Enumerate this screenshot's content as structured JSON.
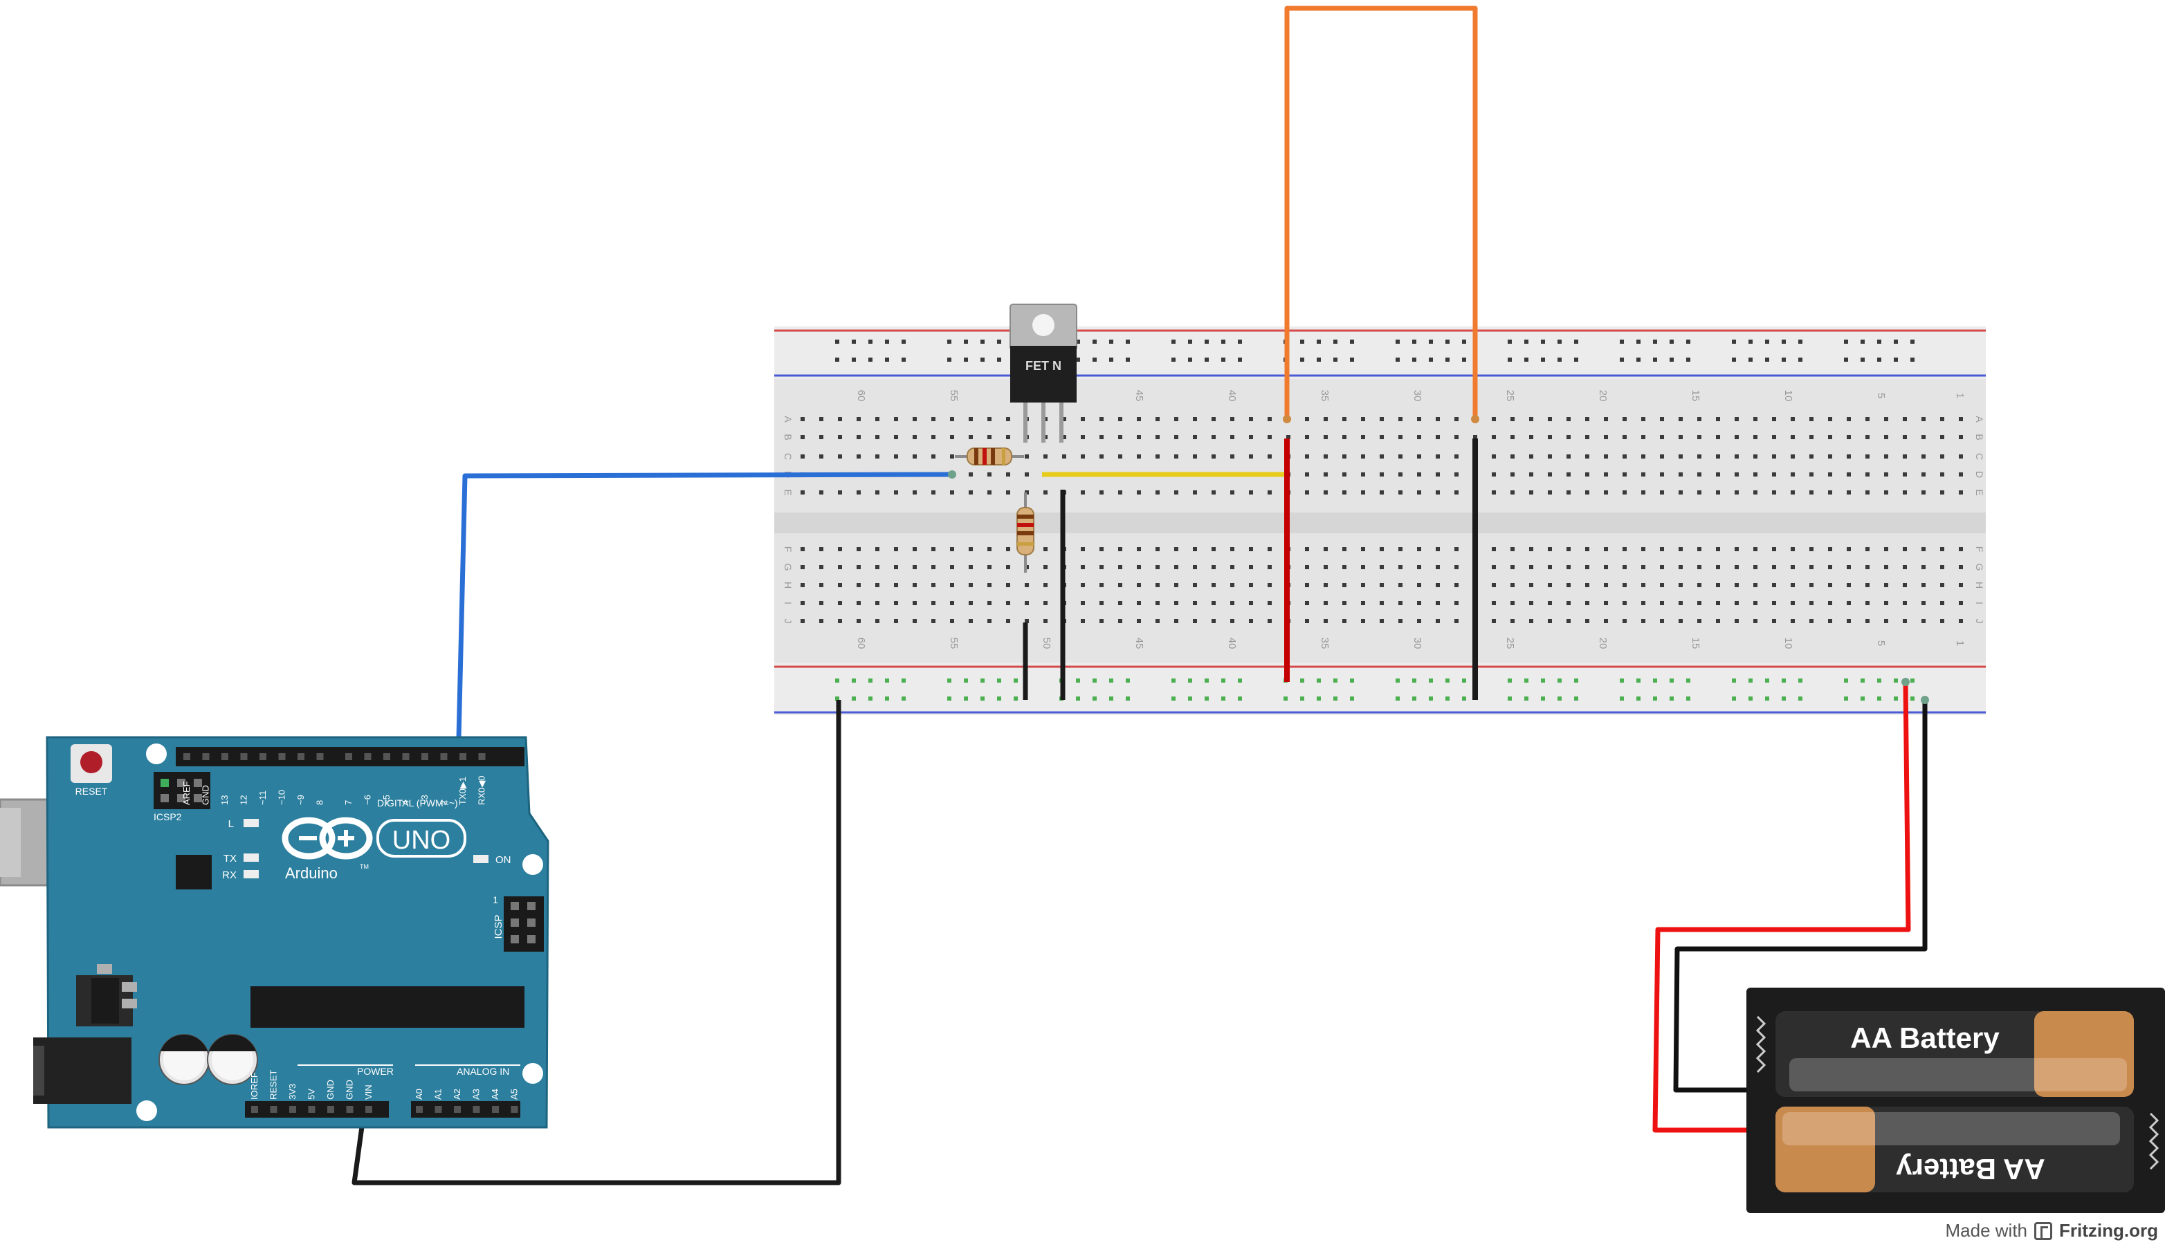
{
  "diagram": {
    "components": {
      "arduino": {
        "reset_label": "RESET",
        "icsp2_label": "ICSP2",
        "icsp_label": "ICSP",
        "icsp_pin1": "1",
        "brand": "Arduino",
        "model": "UNO",
        "tm": "TM",
        "led_l": "L",
        "led_tx": "TX",
        "led_rx": "RX",
        "led_on": "ON",
        "digital_header_label": "DIGITAL (PWM=~)",
        "power_label": "POWER",
        "analog_label": "ANALOG IN",
        "digital_pins": [
          "AREF",
          "GND",
          "13",
          "12",
          "~11",
          "~10",
          "~9",
          "8",
          "7",
          "~6",
          "~5",
          "4",
          "~3",
          "2",
          "TX0▶1",
          "RX0◀0"
        ],
        "power_pins": [
          "IOREF",
          "RESET",
          "3V3",
          "5V",
          "GND",
          "GND",
          "VIN"
        ],
        "analog_pins": [
          "A0",
          "A1",
          "A2",
          "A3",
          "A4",
          "A5"
        ]
      },
      "mosfet": {
        "label": "FET N"
      },
      "battery_pack": {
        "cell_top_label": "AA Battery",
        "cell_bottom_label": "AA Battery"
      },
      "breadboard": {
        "column_numbers": [
          "60",
          "55",
          "50",
          "45",
          "40",
          "35",
          "30",
          "25",
          "20",
          "15",
          "10",
          "5",
          "1"
        ],
        "row_letters_top": [
          "A",
          "B",
          "C",
          "D",
          "E"
        ],
        "row_letters_bottom": [
          "F",
          "G",
          "H",
          "I",
          "J"
        ]
      }
    },
    "wires": [
      {
        "name": "blue-wire",
        "color": "#2a6fd6"
      },
      {
        "name": "black-wire-gnd",
        "color": "#1a1a1a"
      },
      {
        "name": "orange-wire",
        "color": "#f07a2e"
      },
      {
        "name": "yellow-wire",
        "color": "#e8cc1c"
      },
      {
        "name": "red-wire-rail",
        "color": "#d40000"
      },
      {
        "name": "battery-red-wire",
        "color": "#ee1111"
      }
    ],
    "colors": {
      "arduino_board": "#2c7f9e",
      "arduino_dark": "#1d6480",
      "breadboard": "#e6e6e6",
      "rail_red": "#d44a4a",
      "rail_blue": "#4a5ad4",
      "battery_holder": "#1c1c1c",
      "battery_cell": "#c98a4e"
    }
  },
  "footer": {
    "made_with": "Made with",
    "brand": "Fritzing.org"
  }
}
